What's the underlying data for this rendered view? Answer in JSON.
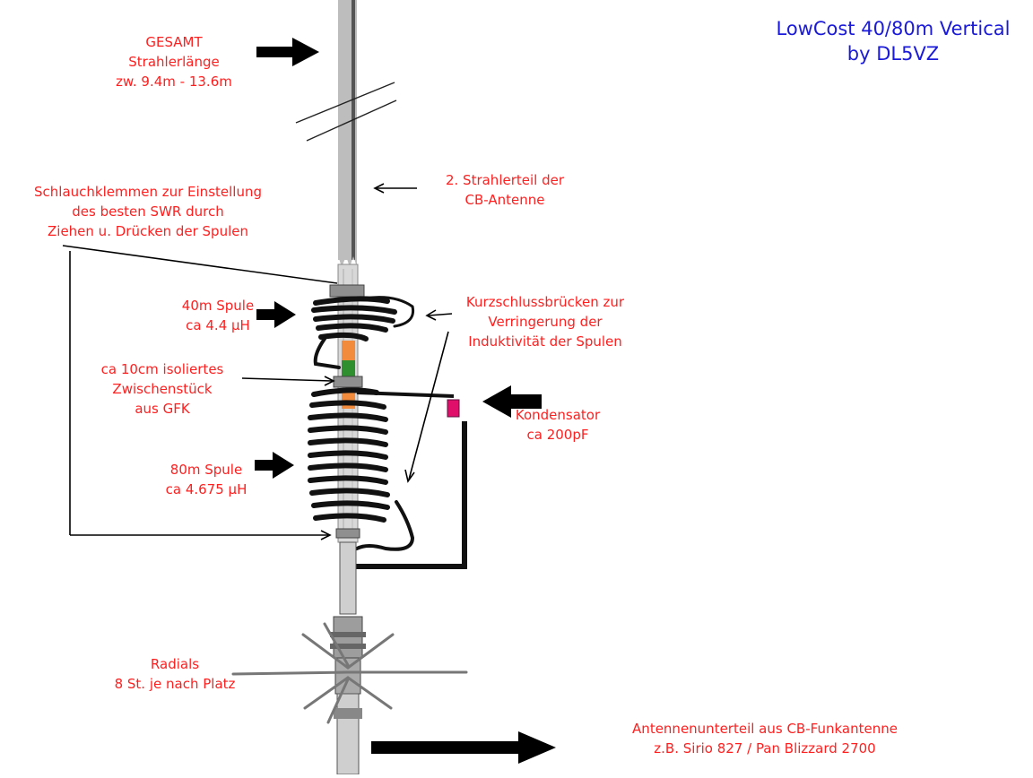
{
  "title": {
    "line1": "LowCost 40/80m Vertical",
    "line2": "by DL5VZ"
  },
  "labels": {
    "gesamt": [
      "GESAMT",
      "Strahlerlänge",
      "zw. 9.4m - 13.6m"
    ],
    "strahlerteil": [
      "2. Strahlerteil der",
      "CB-Antenne"
    ],
    "schlauchklemmen": [
      "Schlauchklemmen  zur Einstellung",
      "des besten SWR durch",
      "Ziehen u. Drücken der Spulen"
    ],
    "spule40": [
      "40m Spule",
      "ca 4.4 µH"
    ],
    "kurzschluss": [
      "Kurzschlussbrücken zur",
      "Verringerung der",
      "Induktivität der Spulen"
    ],
    "zwischenstueck": [
      "ca 10cm isoliertes",
      "Zwischenstück",
      "aus GFK"
    ],
    "kondensator": [
      "Kondensator",
      "ca 200pF"
    ],
    "spule80": [
      "80m Spule",
      "ca 4.675 µH"
    ],
    "radials": [
      "Radials",
      "8 St. je nach Platz"
    ],
    "unterteil": [
      "Antennenunterteil aus CB-Funkantenne",
      "z.B. Sirio 827 / Pan Blizzard 2700"
    ]
  },
  "colors": {
    "label_red": "#ff1f1f",
    "title_blue": "#1a1ad8",
    "pipe_gray": "#b9b9b9",
    "coil_black": "#111111",
    "insulator_orange": "#f28c3c",
    "insulator_green": "#2f8f2f",
    "capacitor_magenta": "#e0106a"
  }
}
